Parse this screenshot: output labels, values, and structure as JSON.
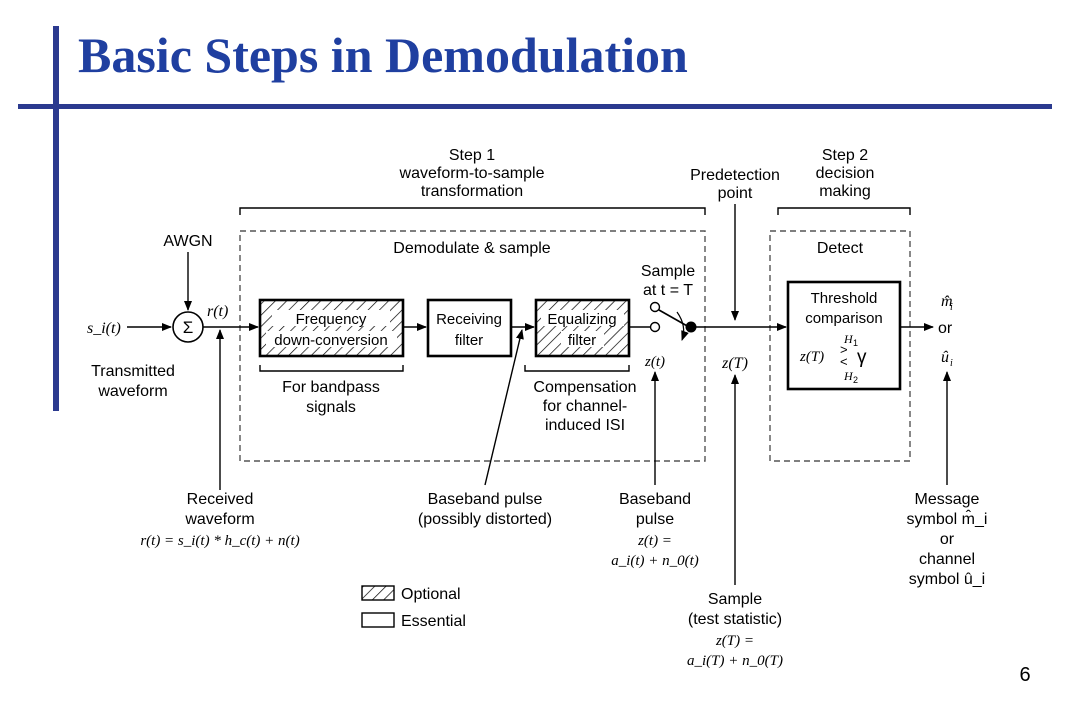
{
  "slide": {
    "title": "Basic Steps in Demodulation",
    "page_number": "6"
  },
  "diagram": {
    "step1": {
      "lines": [
        "Step 1",
        "waveform-to-sample",
        "transformation"
      ]
    },
    "step2": {
      "lines": [
        "Step 2",
        "decision",
        "making"
      ]
    },
    "predetection": {
      "lines": [
        "Predetection",
        "point"
      ]
    },
    "demod_region_label": "Demodulate & sample",
    "detect_region_label": "Detect",
    "awgn": "AWGN",
    "sigma": "Σ",
    "input_signal": "s_i(t)",
    "transmitted": {
      "lines": [
        "Transmitted",
        "waveform"
      ]
    },
    "r_t": "r(t)",
    "blocks": {
      "frequency": [
        "Frequency",
        "down-conversion"
      ],
      "receiving": [
        "Receiving",
        "filter"
      ],
      "equalizing": [
        "Equalizing",
        "filter"
      ],
      "threshold": [
        "Threshold",
        "comparison"
      ]
    },
    "threshold_formula": {
      "h1": "H",
      "h1_sub": "1",
      "h2": "H",
      "h2_sub": "2",
      "z_T": "z(T)",
      "gamma": "γ"
    },
    "sample": {
      "lines": [
        "Sample",
        "at t = T"
      ]
    },
    "z_t": "z(t)",
    "z_T": "z(T)",
    "output": {
      "m_hat": "m̂",
      "sub_i": "i",
      "or": "or",
      "u_hat": "û"
    },
    "bandpass": {
      "lines": [
        "For bandpass",
        "signals"
      ]
    },
    "compensation": {
      "lines": [
        "Compensation",
        "for channel-",
        "induced ISI"
      ]
    },
    "received": {
      "lines": [
        "Received",
        "waveform"
      ],
      "formula": "r(t) = s_i(t) * h_c(t) + n(t)"
    },
    "baseband_distorted": {
      "lines": [
        "Baseband pulse",
        "(possibly distorted)"
      ]
    },
    "baseband_pulse": {
      "lines": [
        "Baseband",
        "pulse"
      ],
      "formula1": "z(t) =",
      "formula2": "a_i(t) + n_0(t)"
    },
    "sample_stat": {
      "lines": [
        "Sample",
        "(test statistic)"
      ],
      "formula1": "z(T) =",
      "formula2": "a_i(T) + n_0(T)"
    },
    "message": {
      "lines": [
        "Message",
        "symbol m̂_i",
        "or",
        "channel",
        "symbol û_i"
      ]
    },
    "legend": {
      "optional": "Optional",
      "essential": "Essential"
    }
  }
}
